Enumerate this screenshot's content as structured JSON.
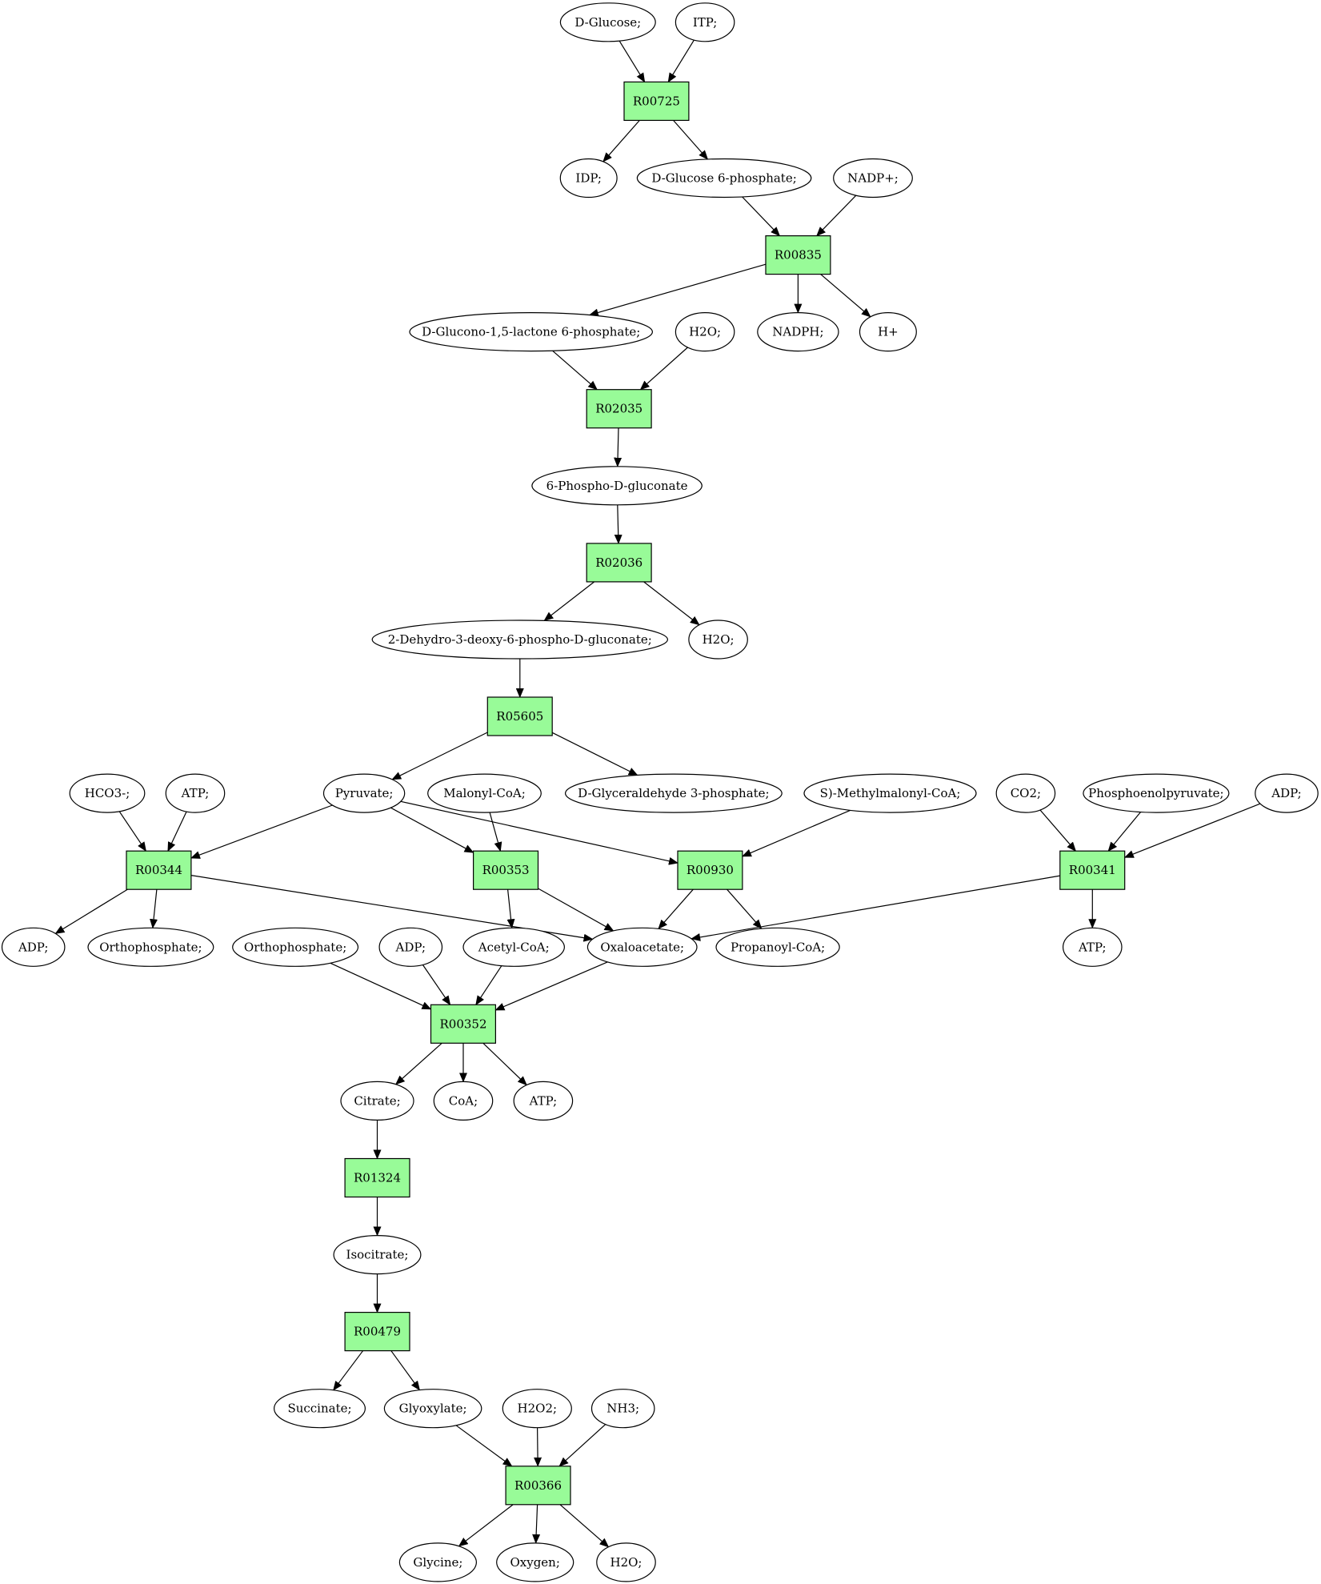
{
  "colors": {
    "reaction": "#98fb98",
    "source": "#00e000",
    "target": "#ffff00",
    "compound": "#ffffff"
  },
  "nodes": [
    {
      "id": "glc",
      "label": "D-Glucose;",
      "type": "compound",
      "role": "source"
    },
    {
      "id": "itp",
      "label": "ITP;",
      "type": "compound"
    },
    {
      "id": "r00725",
      "label": "R00725",
      "type": "reaction"
    },
    {
      "id": "idp",
      "label": "IDP;",
      "type": "compound"
    },
    {
      "id": "g6p",
      "label": "D-Glucose 6-phosphate;",
      "type": "compound"
    },
    {
      "id": "nadp",
      "label": "NADP+;",
      "type": "compound"
    },
    {
      "id": "r00835",
      "label": "R00835",
      "type": "reaction"
    },
    {
      "id": "glac",
      "label": "D-Glucono-1,5-lactone 6-phosphate;",
      "type": "compound"
    },
    {
      "id": "h2o_a",
      "label": "H2O;",
      "type": "compound"
    },
    {
      "id": "nadph",
      "label": "NADPH;",
      "type": "compound"
    },
    {
      "id": "hplus",
      "label": "H+",
      "type": "compound"
    },
    {
      "id": "r02035",
      "label": "R02035",
      "type": "reaction"
    },
    {
      "id": "pgl",
      "label": "6-Phospho-D-gluconate",
      "type": "compound"
    },
    {
      "id": "r02036",
      "label": "R02036",
      "type": "reaction"
    },
    {
      "id": "kdpg",
      "label": "2-Dehydro-3-deoxy-6-phospho-D-gluconate;",
      "type": "compound"
    },
    {
      "id": "h2o_b",
      "label": "H2O;",
      "type": "compound"
    },
    {
      "id": "r05605",
      "label": "R05605",
      "type": "reaction"
    },
    {
      "id": "hco3",
      "label": "HCO3-;",
      "type": "compound"
    },
    {
      "id": "atp_a",
      "label": "ATP;",
      "type": "compound"
    },
    {
      "id": "pyr",
      "label": "Pyruvate;",
      "type": "compound"
    },
    {
      "id": "malcoa",
      "label": "Malonyl-CoA;",
      "type": "compound"
    },
    {
      "id": "gap",
      "label": "D-Glyceraldehyde 3-phosphate;",
      "type": "compound"
    },
    {
      "id": "smmcoa",
      "label": "S)-Methylmalonyl-CoA;",
      "type": "compound"
    },
    {
      "id": "co2",
      "label": "CO2;",
      "type": "compound"
    },
    {
      "id": "pep",
      "label": "Phosphoenolpyruvate;",
      "type": "compound"
    },
    {
      "id": "adp_a",
      "label": "ADP;",
      "type": "compound"
    },
    {
      "id": "r00344",
      "label": "R00344",
      "type": "reaction"
    },
    {
      "id": "r00353",
      "label": "R00353",
      "type": "reaction"
    },
    {
      "id": "r00930",
      "label": "R00930",
      "type": "reaction"
    },
    {
      "id": "r00341",
      "label": "R00341",
      "type": "reaction"
    },
    {
      "id": "adp_b",
      "label": "ADP;",
      "type": "compound"
    },
    {
      "id": "pi_a",
      "label": "Orthophosphate;",
      "type": "compound"
    },
    {
      "id": "pi_b",
      "label": "Orthophosphate;",
      "type": "compound"
    },
    {
      "id": "adp_c",
      "label": "ADP;",
      "type": "compound"
    },
    {
      "id": "accoa",
      "label": "Acetyl-CoA;",
      "type": "compound"
    },
    {
      "id": "oaa",
      "label": "Oxaloacetate;",
      "type": "compound"
    },
    {
      "id": "ppcoa",
      "label": "Propanoyl-CoA;",
      "type": "compound"
    },
    {
      "id": "atp_b",
      "label": "ATP;",
      "type": "compound"
    },
    {
      "id": "r00352",
      "label": "R00352",
      "type": "reaction"
    },
    {
      "id": "cit",
      "label": "Citrate;",
      "type": "compound"
    },
    {
      "id": "coa",
      "label": "CoA;",
      "type": "compound"
    },
    {
      "id": "atp_c",
      "label": "ATP;",
      "type": "compound"
    },
    {
      "id": "r01324",
      "label": "R01324",
      "type": "reaction"
    },
    {
      "id": "icit",
      "label": "Isocitrate;",
      "type": "compound"
    },
    {
      "id": "r00479",
      "label": "R00479",
      "type": "reaction"
    },
    {
      "id": "succ",
      "label": "Succinate;",
      "type": "compound"
    },
    {
      "id": "glx",
      "label": "Glyoxylate;",
      "type": "compound"
    },
    {
      "id": "h2o2",
      "label": "H2O2;",
      "type": "compound"
    },
    {
      "id": "nh3",
      "label": "NH3;",
      "type": "compound"
    },
    {
      "id": "r00366",
      "label": "R00366",
      "type": "reaction"
    },
    {
      "id": "gly",
      "label": "Glycine;",
      "type": "compound",
      "role": "target"
    },
    {
      "id": "o2",
      "label": "Oxygen;",
      "type": "compound"
    },
    {
      "id": "h2o_c",
      "label": "H2O;",
      "type": "compound"
    }
  ],
  "edges": [
    [
      "glc",
      "r00725"
    ],
    [
      "itp",
      "r00725"
    ],
    [
      "r00725",
      "idp"
    ],
    [
      "r00725",
      "g6p"
    ],
    [
      "g6p",
      "r00835"
    ],
    [
      "nadp",
      "r00835"
    ],
    [
      "r00835",
      "glac"
    ],
    [
      "r00835",
      "nadph"
    ],
    [
      "r00835",
      "hplus"
    ],
    [
      "glac",
      "r02035"
    ],
    [
      "h2o_a",
      "r02035"
    ],
    [
      "r02035",
      "pgl"
    ],
    [
      "pgl",
      "r02036"
    ],
    [
      "r02036",
      "kdpg"
    ],
    [
      "r02036",
      "h2o_b"
    ],
    [
      "kdpg",
      "r05605"
    ],
    [
      "r05605",
      "pyr"
    ],
    [
      "r05605",
      "gap"
    ],
    [
      "hco3",
      "r00344"
    ],
    [
      "atp_a",
      "r00344"
    ],
    [
      "pyr",
      "r00344"
    ],
    [
      "pyr",
      "r00353"
    ],
    [
      "malcoa",
      "r00353"
    ],
    [
      "pyr",
      "r00930"
    ],
    [
      "smmcoa",
      "r00930"
    ],
    [
      "co2",
      "r00341"
    ],
    [
      "pep",
      "r00341"
    ],
    [
      "adp_a",
      "r00341"
    ],
    [
      "r00344",
      "adp_b"
    ],
    [
      "r00344",
      "pi_a"
    ],
    [
      "r00344",
      "oaa"
    ],
    [
      "r00353",
      "accoa"
    ],
    [
      "r00353",
      "oaa"
    ],
    [
      "r00930",
      "oaa"
    ],
    [
      "r00930",
      "ppcoa"
    ],
    [
      "r00341",
      "oaa"
    ],
    [
      "r00341",
      "atp_b"
    ],
    [
      "pi_b",
      "r00352"
    ],
    [
      "adp_c",
      "r00352"
    ],
    [
      "accoa",
      "r00352"
    ],
    [
      "oaa",
      "r00352"
    ],
    [
      "r00352",
      "cit"
    ],
    [
      "r00352",
      "coa"
    ],
    [
      "r00352",
      "atp_c"
    ],
    [
      "cit",
      "r01324"
    ],
    [
      "r01324",
      "icit"
    ],
    [
      "icit",
      "r00479"
    ],
    [
      "r00479",
      "succ"
    ],
    [
      "r00479",
      "glx"
    ],
    [
      "glx",
      "r00366"
    ],
    [
      "h2o2",
      "r00366"
    ],
    [
      "nh3",
      "r00366"
    ],
    [
      "r00366",
      "gly"
    ],
    [
      "r00366",
      "o2"
    ],
    [
      "r00366",
      "h2o_c"
    ]
  ]
}
